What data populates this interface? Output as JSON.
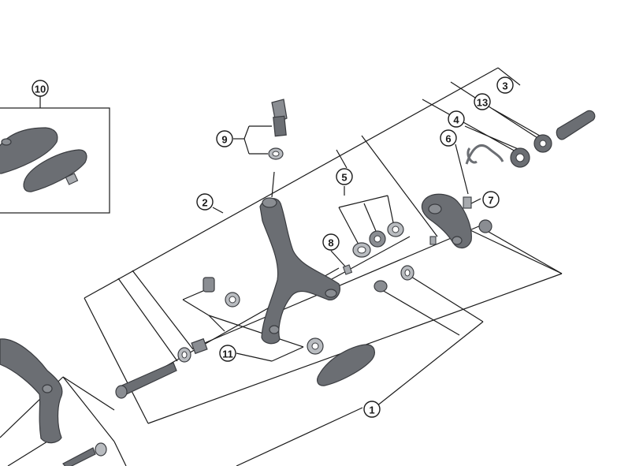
{
  "callouts": [
    {
      "id": "c1",
      "label": "1"
    },
    {
      "id": "c2",
      "label": "2"
    },
    {
      "id": "c3",
      "label": "3"
    },
    {
      "id": "c4",
      "label": "4"
    },
    {
      "id": "c5",
      "label": "5"
    },
    {
      "id": "c6",
      "label": "6"
    },
    {
      "id": "c7",
      "label": "7"
    },
    {
      "id": "c8",
      "label": "8"
    },
    {
      "id": "c9",
      "label": "9"
    },
    {
      "id": "c10",
      "label": "10"
    },
    {
      "id": "c11",
      "label": "11"
    },
    {
      "id": "c13",
      "label": "13"
    }
  ],
  "colors": {
    "line": "#1a1a1a",
    "part": "#6b6e73",
    "part_light": "#a7aaae"
  }
}
